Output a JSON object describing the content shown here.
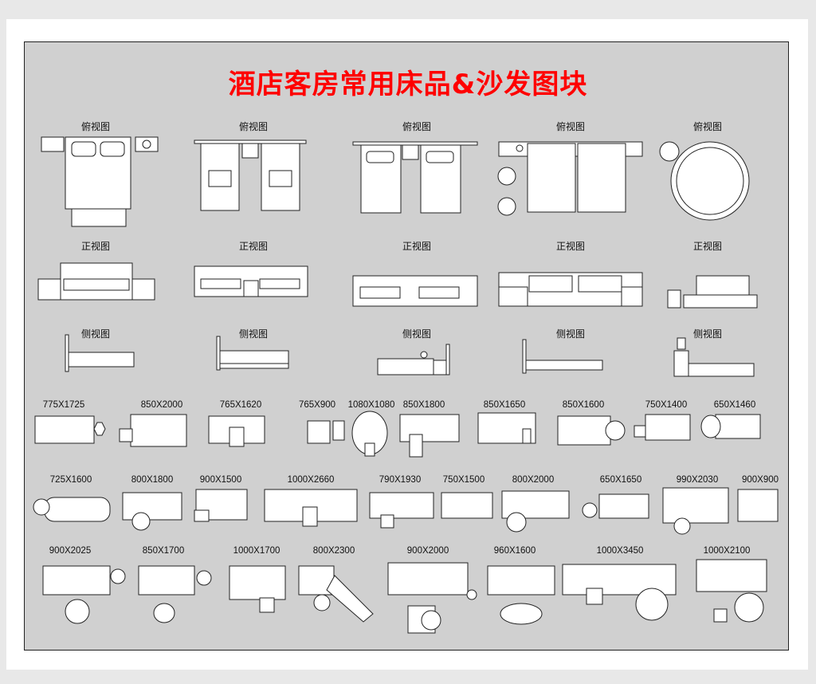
{
  "title": "酒店客房常用床品&沙发图块",
  "views": {
    "top": [
      "俯视图",
      "俯视图",
      "俯视图",
      "俯视图",
      "俯视图"
    ],
    "front": [
      "正视图",
      "正视图",
      "正视图",
      "正视图",
      "正视图"
    ],
    "side": [
      "侧视图",
      "侧视图",
      "侧视图",
      "侧视图",
      "侧视图"
    ]
  },
  "sofa_sizes": {
    "row1": [
      "775X1725",
      "850X2000",
      "765X1620",
      "765X900",
      "1080X1080",
      "850X1800",
      "850X1650",
      "850X1600",
      "750X1400",
      "650X1460"
    ],
    "row2": [
      "725X1600",
      "800X1800",
      "900X1500",
      "1000X2660",
      "790X1930",
      "750X1500",
      "800X2000",
      "650X1650",
      "990X2030",
      "900X900"
    ],
    "row3": [
      "900X2025",
      "850X1700",
      "1000X1700",
      "800X2300",
      "900X2000",
      "960X1600",
      "1000X3450",
      "1000X2100"
    ]
  },
  "colors": {
    "title": "#ff0000",
    "background": "#d0d0d0"
  }
}
